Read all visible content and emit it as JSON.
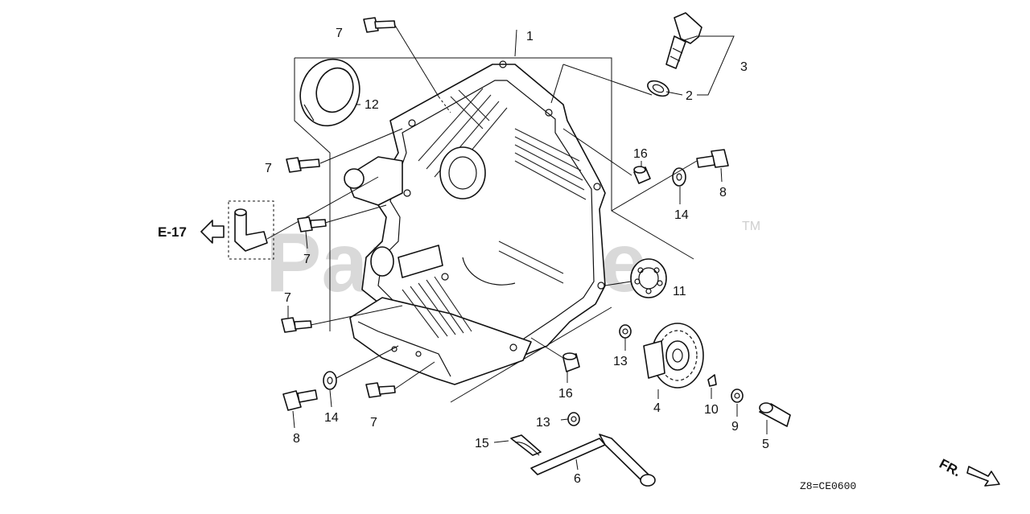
{
  "watermark": {
    "text": "PartsTree",
    "trademark": "TM"
  },
  "section_ref": "E-17",
  "diagram_code": "Z8=CE0600",
  "front_indicator": "FR.",
  "callouts": [
    {
      "id": "c1",
      "label": "1"
    },
    {
      "id": "c2",
      "label": "2"
    },
    {
      "id": "c3",
      "label": "3"
    },
    {
      "id": "c4",
      "label": "4"
    },
    {
      "id": "c5",
      "label": "5"
    },
    {
      "id": "c6",
      "label": "6"
    },
    {
      "id": "c7a",
      "label": "7"
    },
    {
      "id": "c7b",
      "label": "7"
    },
    {
      "id": "c7c",
      "label": "7"
    },
    {
      "id": "c7d",
      "label": "7"
    },
    {
      "id": "c7e",
      "label": "7"
    },
    {
      "id": "c8a",
      "label": "8"
    },
    {
      "id": "c8b",
      "label": "8"
    },
    {
      "id": "c9",
      "label": "9"
    },
    {
      "id": "c10",
      "label": "10"
    },
    {
      "id": "c11",
      "label": "11"
    },
    {
      "id": "c12",
      "label": "12"
    },
    {
      "id": "c13a",
      "label": "13"
    },
    {
      "id": "c13b",
      "label": "13"
    },
    {
      "id": "c14a",
      "label": "14"
    },
    {
      "id": "c14b",
      "label": "14"
    },
    {
      "id": "c15",
      "label": "15"
    },
    {
      "id": "c16a",
      "label": "16"
    },
    {
      "id": "c16b",
      "label": "16"
    }
  ]
}
